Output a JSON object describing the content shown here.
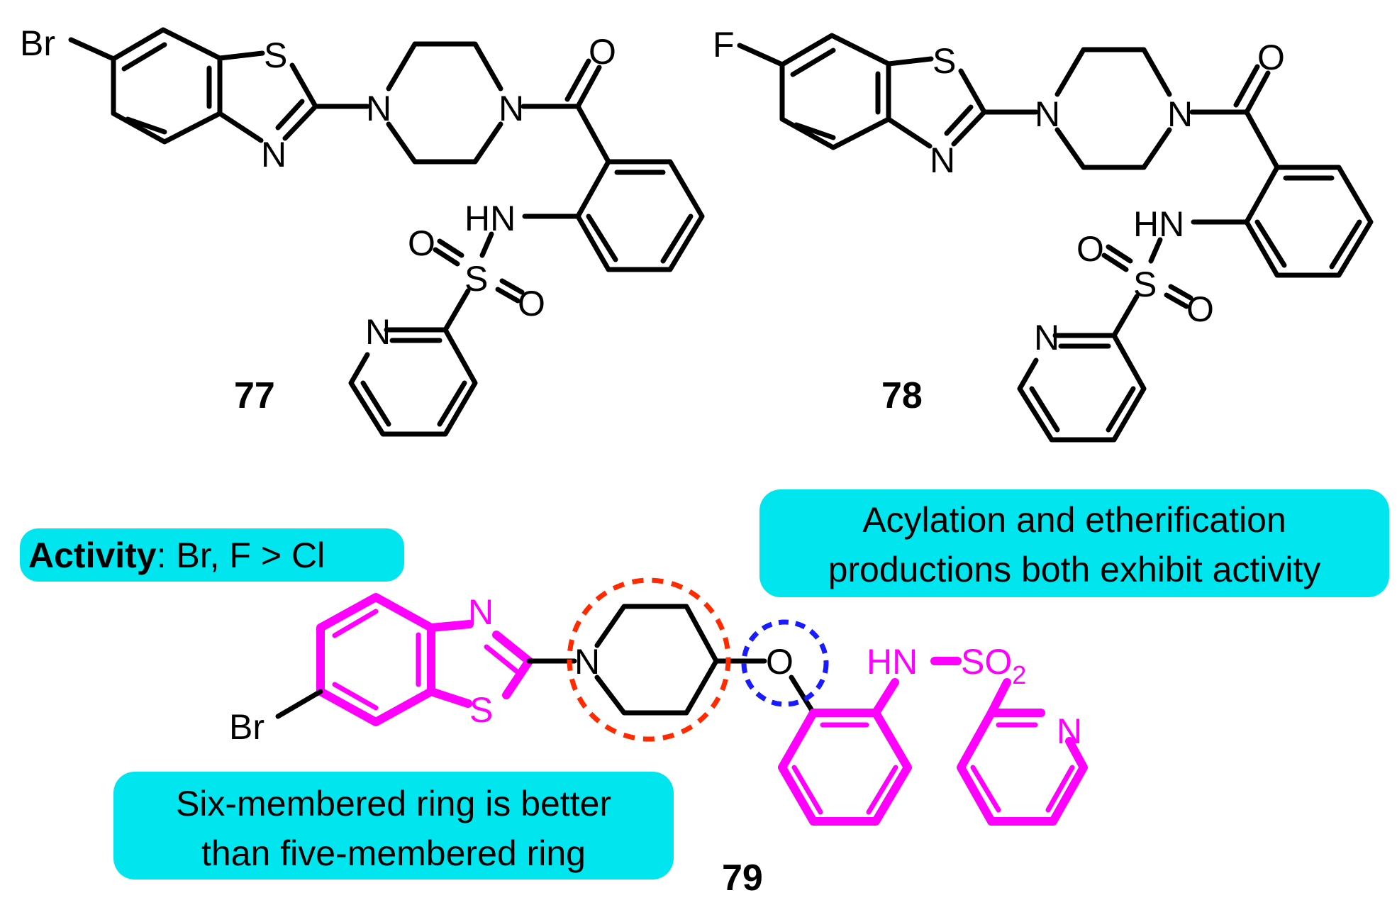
{
  "compounds": {
    "c77": {
      "label": "77",
      "atoms": {
        "halogen": "Br",
        "s_thiazole": "S",
        "n_thiazole": "N",
        "n_pip1": "N",
        "n_pip2": "N",
        "o_carbonyl": "O",
        "nh": "HN",
        "o_sulfonyl1": "O",
        "s_sulfonyl": "S",
        "o_sulfonyl2": "O",
        "n_pyridine": "N"
      }
    },
    "c78": {
      "label": "78",
      "atoms": {
        "halogen": "F",
        "s_thiazole": "S",
        "n_thiazole": "N",
        "n_pip1": "N",
        "n_pip2": "N",
        "o_carbonyl": "O",
        "nh": "HN",
        "o_sulfonyl1": "O",
        "s_sulfonyl": "S",
        "o_sulfonyl2": "O",
        "n_pyridine": "N"
      }
    },
    "c79": {
      "label": "79",
      "atoms": {
        "halogen": "Br",
        "n_thiazole": "N",
        "s_thiazole": "S",
        "n_piperidine": "N",
        "o_ether": "O",
        "nh": "HN",
        "so2_main": "SO",
        "so2_sub": "2",
        "n_pyridine": "N"
      }
    }
  },
  "annotations": {
    "activity": {
      "bold_text": "Activity",
      "rest_text": ": Br, F > Cl"
    },
    "acylation": {
      "line1": "Acylation and etherification",
      "line2": "productions both exhibit activity"
    },
    "ring": {
      "line1": "Six-membered ring is better",
      "line2": "than five-membered ring"
    }
  },
  "colors": {
    "highlight": "#ff00ff",
    "box_fill": "#00e5ee",
    "circle_red": "#ff2a00",
    "circle_blue": "#1a1aff",
    "bond": "#000000"
  }
}
